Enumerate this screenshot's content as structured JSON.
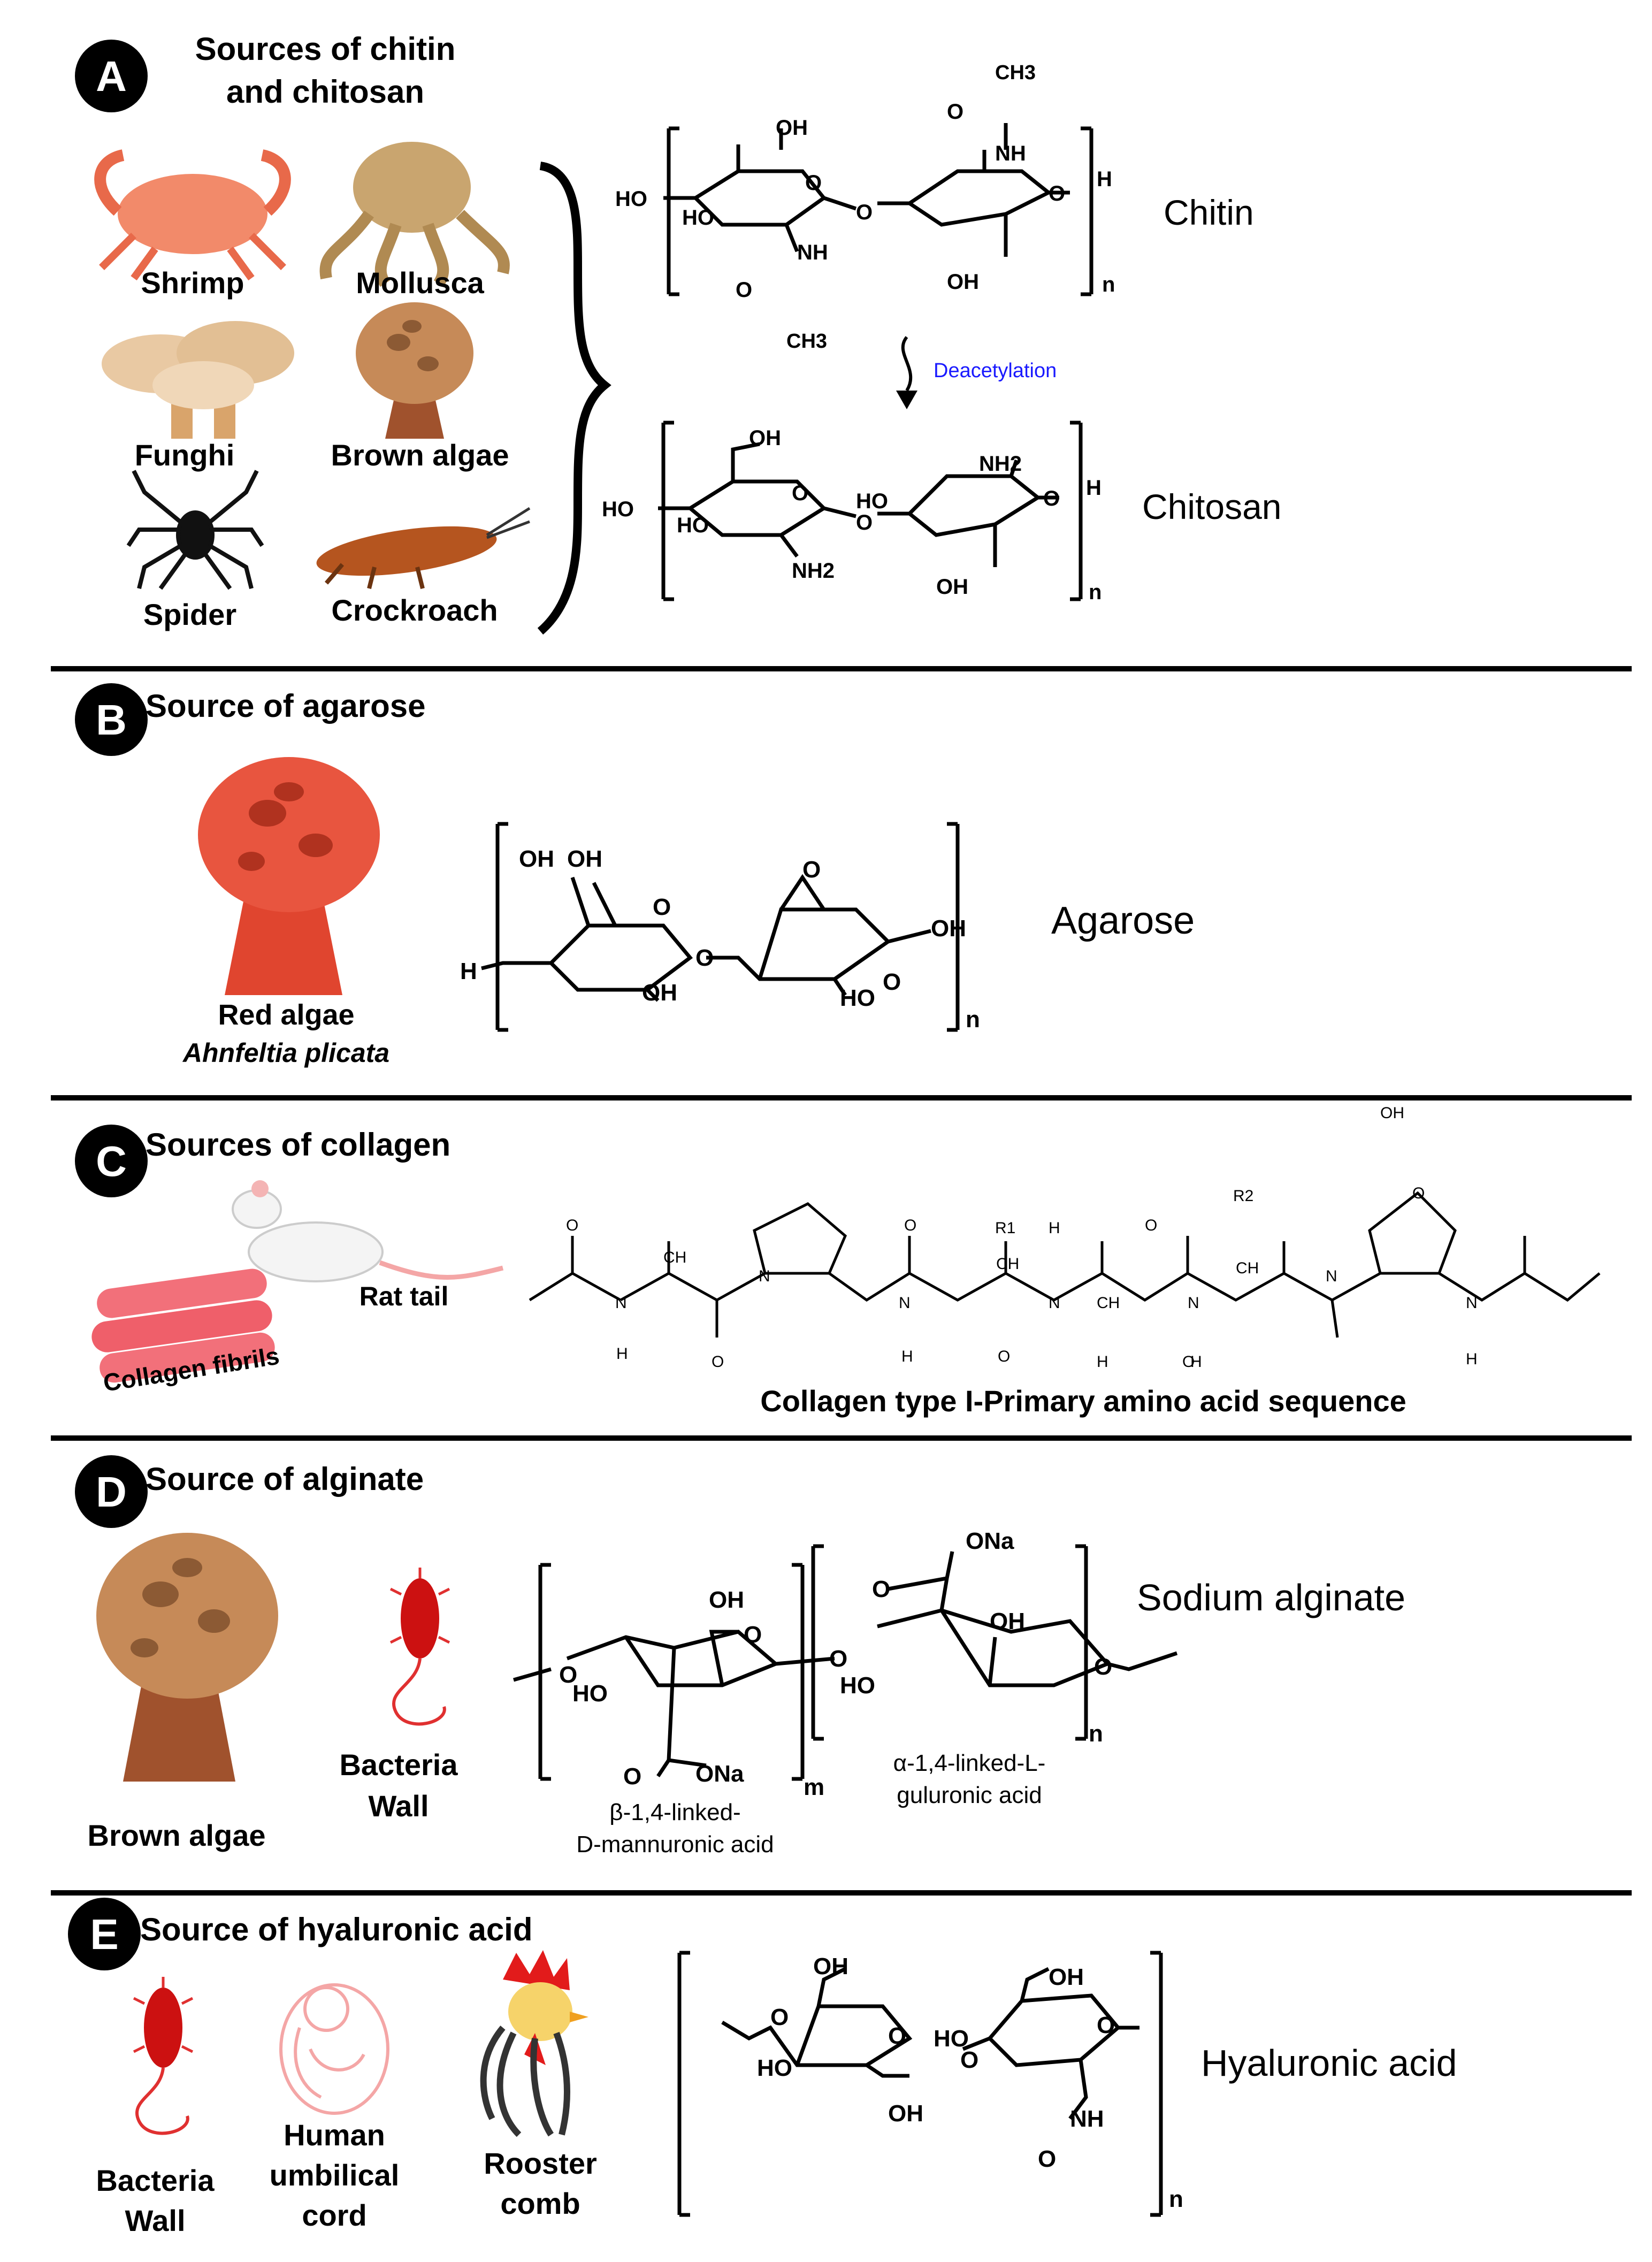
{
  "panels": {
    "a": {
      "badge": "A",
      "title_line1": "Sources of chitin",
      "title_line2": "and chitosan",
      "sources": [
        "Shrimp",
        "Mollusca",
        "Funghi",
        "Brown algae",
        "Spider",
        "Crockroach"
      ],
      "chitin_label": "Chitin",
      "chitosan_label": "Chitosan",
      "arrow_label": "Deacetylation"
    },
    "b": {
      "badge": "B",
      "title": "Source of agarose",
      "source_line1": "Red algae",
      "source_line2": "Ahnfeltia plicata",
      "product": "Agarose"
    },
    "c": {
      "badge": "C",
      "title": "Sources of collagen",
      "source_rat": "Rat tail",
      "source_fibrils": "Collagen fibrils",
      "caption": "Collagen type I-Primary amino acid sequence"
    },
    "d": {
      "badge": "D",
      "title": "Source of alginate",
      "source_algae": "Brown algae",
      "source_bacteria_line1": "Bacteria",
      "source_bacteria_line2": "Wall",
      "product": "Sodium alginate",
      "unit_m_line1": "β-1,4-linked-",
      "unit_m_line2": "D-mannuronic acid",
      "unit_g_line1": "α-1,4-linked-L-",
      "unit_g_line2": "guluronic acid"
    },
    "e": {
      "badge": "E",
      "title": "Source of hyaluronic acid",
      "sources": [
        [
          "Bacteria",
          "Wall"
        ],
        [
          "Human",
          "umbilical",
          "cord"
        ],
        [
          "Rooster",
          "comb"
        ]
      ],
      "product": "Hyaluronic acid"
    }
  },
  "atoms": {
    "chitin": [
      "OH",
      "O",
      "CH3",
      "HO",
      "O",
      "HO",
      "O",
      "NH",
      "O",
      "H",
      "NH",
      "O",
      "OH",
      "CH3",
      "n"
    ],
    "chitosan": [
      "OH",
      "HO",
      "HO",
      "O",
      "NH2",
      "HO",
      "O",
      "NH2",
      "O",
      "H",
      "OH",
      "n"
    ],
    "agarose": [
      "OH",
      "OH",
      "O",
      "H",
      "OH",
      "O",
      "O",
      "OH",
      "HO",
      "O",
      "n"
    ],
    "collagen": [
      "O",
      "CH",
      "N",
      "H",
      "O",
      "N",
      "O",
      "R1",
      "CH",
      "N",
      "H",
      "O",
      "H",
      "N",
      "O",
      "CH",
      "H",
      "O",
      "R2",
      "CH",
      "N",
      "H",
      "OH",
      "N",
      "O",
      "N",
      "H"
    ],
    "alginate": [
      "O",
      "HO",
      "OH",
      "O",
      "O",
      "ONa",
      "m",
      "ONa",
      "O",
      "OH",
      "O",
      "HO",
      "O",
      "n"
    ],
    "hyaluronic": [
      "OH",
      "O",
      "O",
      "HO",
      "OH",
      "O",
      "HO",
      "OH",
      "O",
      "NH",
      "O",
      "n"
    ]
  },
  "colors": {
    "text": "#000000",
    "blue_label": "#1a1aff",
    "shrimp": "#f28a6a",
    "mollusca": "#c9a56f",
    "mushroom": "#e9c9a3",
    "algae": "#c68a58",
    "stem": "#a0522d",
    "red_algae": "#e8553f",
    "red": "#cc1111",
    "fibril": "#f2707a",
    "pink": "#f4a6a6"
  }
}
